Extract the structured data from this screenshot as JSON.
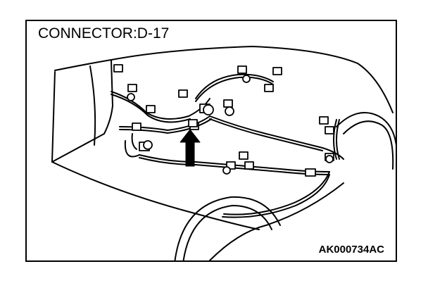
{
  "diagram": {
    "title": "CONNECTOR:D-17",
    "figure_code": "AK000734AC",
    "subject": "wiring-harness-connector-location",
    "indicator": "arrow-icon",
    "line_color": "#000000",
    "background_color": "#ffffff"
  }
}
